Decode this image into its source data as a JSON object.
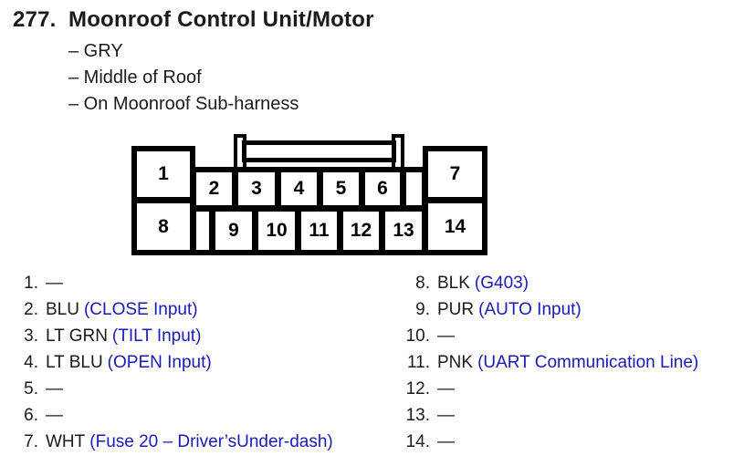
{
  "header": {
    "index": "277.",
    "title": "Moonroof Control Unit/Motor",
    "details": [
      "– GRY",
      "– Middle of Roof",
      "– On Moonroof Sub-harness"
    ]
  },
  "connector": {
    "blocks": {
      "top_left": "1",
      "bottom_left": "8",
      "top_right": "7",
      "bottom_right": "14"
    },
    "top_row": [
      "2",
      "3",
      "4",
      "5",
      "6"
    ],
    "bottom_row": [
      "9",
      "10",
      "11",
      "12",
      "13"
    ]
  },
  "pins": {
    "left": [
      {
        "num": "1.",
        "wire": "—",
        "note": ""
      },
      {
        "num": "2.",
        "wire": "BLU",
        "note": "(CLOSE Input)"
      },
      {
        "num": "3.",
        "wire": "LT GRN",
        "note": "(TILT Input)"
      },
      {
        "num": "4.",
        "wire": "LT BLU",
        "note": "(OPEN Input)"
      },
      {
        "num": "5.",
        "wire": "—",
        "note": ""
      },
      {
        "num": "6.",
        "wire": "—",
        "note": ""
      },
      {
        "num": "7.",
        "wire": "WHT",
        "note": "(Fuse 20 – Driver’sUnder-dash)"
      }
    ],
    "right": [
      {
        "num": "8.",
        "wire": "BLK",
        "note": "(G403)"
      },
      {
        "num": "9.",
        "wire": "PUR",
        "note": "(AUTO Input)"
      },
      {
        "num": "10.",
        "wire": "—",
        "note": ""
      },
      {
        "num": "11.",
        "wire": "PNK",
        "note": "(UART Communication Line)"
      },
      {
        "num": "12.",
        "wire": "—",
        "note": ""
      },
      {
        "num": "13.",
        "wire": "—",
        "note": ""
      },
      {
        "num": "14.",
        "wire": "—",
        "note": ""
      }
    ]
  },
  "colors": {
    "text": "#1a1a1a",
    "note_blue": "#1a1ab8",
    "line": "#000000",
    "background": "#ffffff"
  }
}
